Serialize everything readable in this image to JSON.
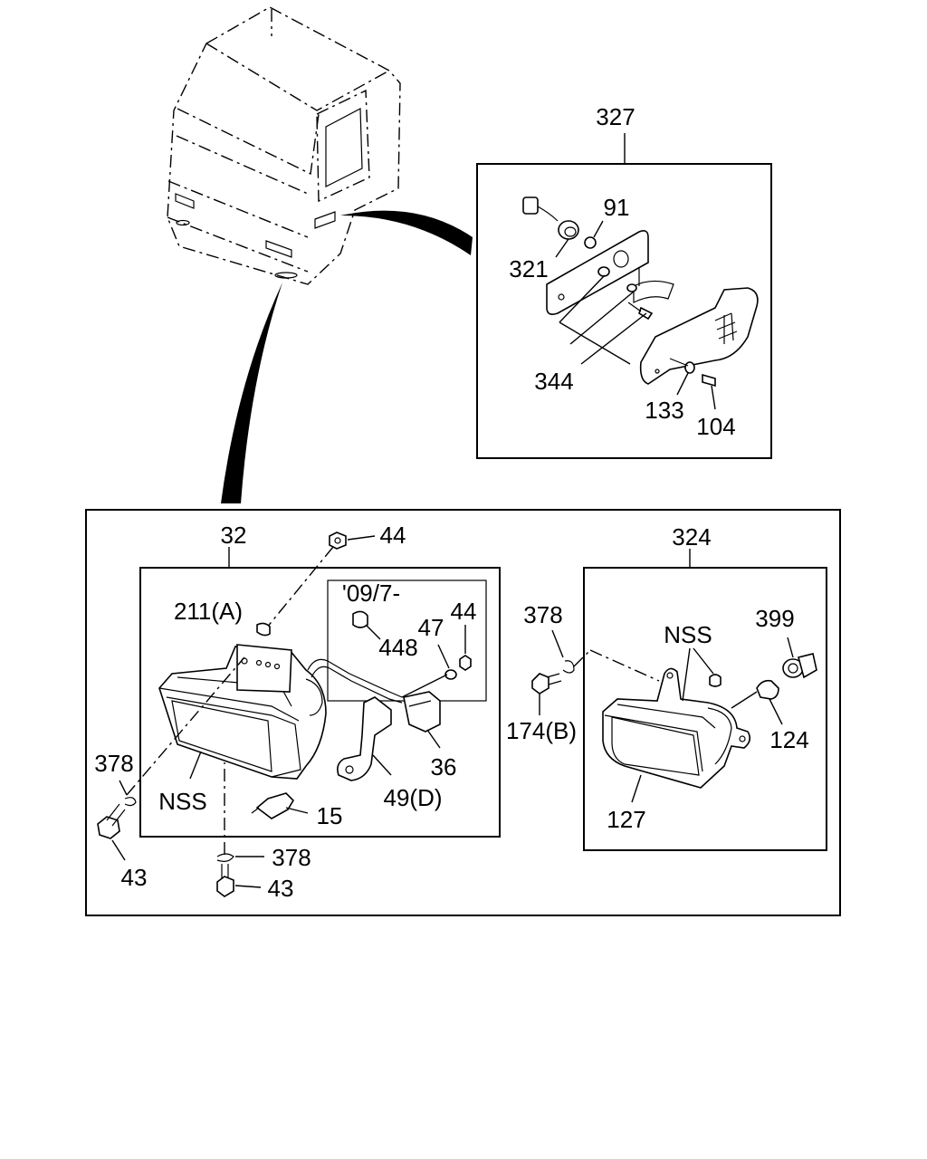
{
  "labels": {
    "l327": "327",
    "l91": "91",
    "l321": "321",
    "l344": "344",
    "l133": "133",
    "l104": "104",
    "l32": "32",
    "l44a": "44",
    "l211": "211(A)",
    "l0907": "'09/7-",
    "l44b": "44",
    "l47": "47",
    "l448": "448",
    "l36": "36",
    "l49": "49(D)",
    "l378a": "378",
    "lnssL": "NSS",
    "l15": "15",
    "l43a": "43",
    "l378b": "378",
    "l43b": "43",
    "l324": "324",
    "l378c": "378",
    "l174": "174(B)",
    "lnssR": "NSS",
    "l399": "399",
    "l124": "124",
    "l127": "127"
  }
}
